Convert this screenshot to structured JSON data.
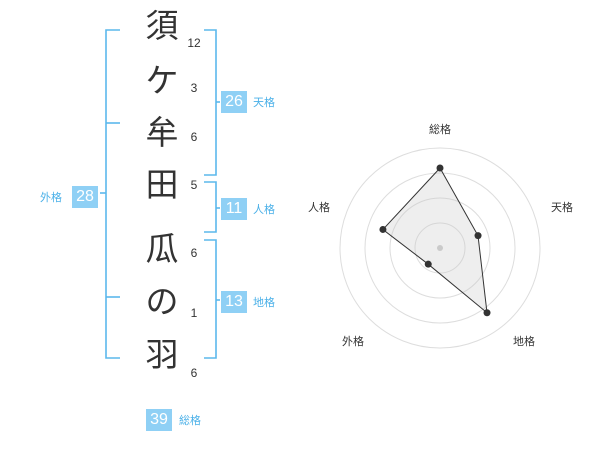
{
  "name_chars": [
    {
      "char": "須",
      "strokes": "12"
    },
    {
      "char": "ケ",
      "strokes": "3"
    },
    {
      "char": "牟",
      "strokes": "6"
    },
    {
      "char": "田",
      "strokes": "5"
    },
    {
      "char": "瓜",
      "strokes": "6"
    },
    {
      "char": "の",
      "strokes": "1"
    },
    {
      "char": "羽",
      "strokes": "6"
    }
  ],
  "kaku": {
    "tenkaku": {
      "value": "26",
      "label": "天格"
    },
    "jinkaku": {
      "value": "11",
      "label": "人格"
    },
    "chikaku": {
      "value": "13",
      "label": "地格"
    },
    "gaikaku": {
      "value": "28",
      "label": "外格"
    },
    "soukaku": {
      "value": "39",
      "label": "総格"
    }
  },
  "colors": {
    "accent": "#8fd0f5",
    "accent_text": "#4ab0e8",
    "bracket": "#5bb8ec"
  },
  "chart_data": {
    "type": "radar",
    "axes": [
      "総格",
      "天格",
      "地格",
      "外格",
      "人格"
    ],
    "values": [
      4,
      2,
      4,
      1,
      3
    ],
    "rmax": 5,
    "rings": 4
  }
}
